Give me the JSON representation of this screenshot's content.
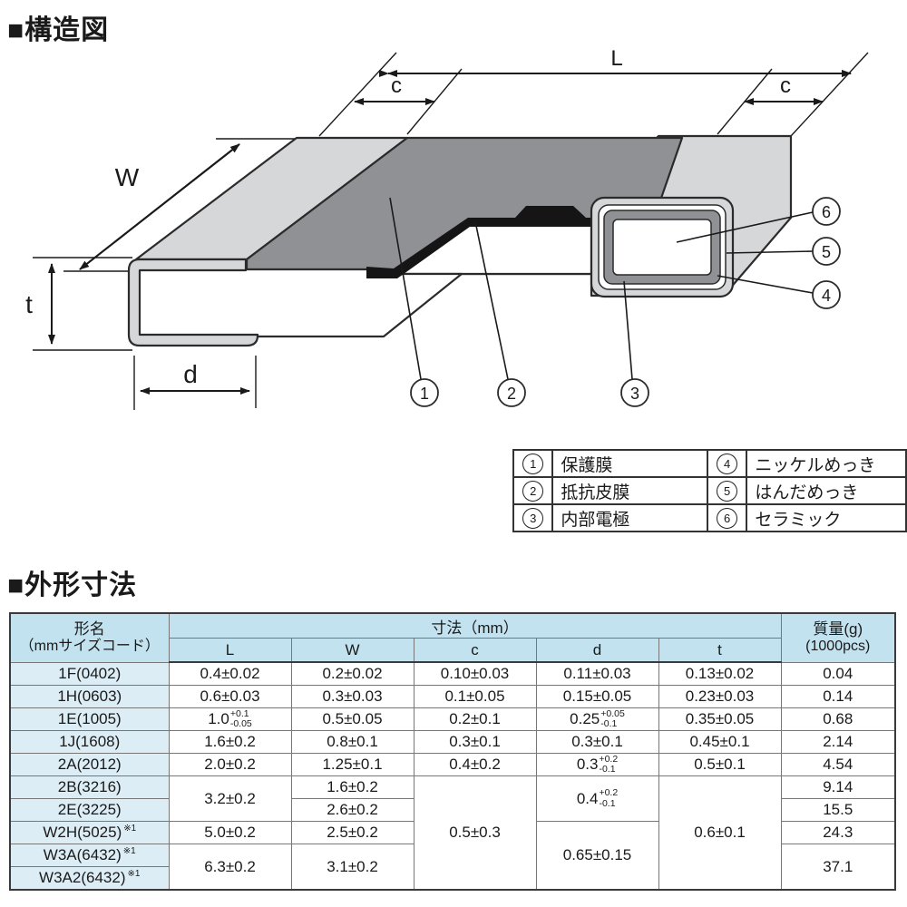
{
  "titles": {
    "structure": "■構造図",
    "dimensions": "■外形寸法"
  },
  "diagram": {
    "labels": {
      "L": "L",
      "c_left": "c",
      "c_right": "c",
      "W": "W",
      "t": "t",
      "d": "d"
    },
    "callouts": {
      "n1": "1",
      "n2": "2",
      "n3": "3",
      "n4": "4",
      "n5": "5",
      "n6": "6"
    },
    "colors": {
      "body_light_gray": "#d6d7d8",
      "protective_film_gray": "#8f9194",
      "electrode_black": "#151515",
      "outline": "#2b2b2b",
      "cross_section_white": "#ffffff"
    }
  },
  "legend": {
    "items": [
      {
        "num": "1",
        "label": "保護膜"
      },
      {
        "num": "2",
        "label": "抵抗皮膜"
      },
      {
        "num": "3",
        "label": "内部電極"
      },
      {
        "num": "4",
        "label": "ニッケルめっき"
      },
      {
        "num": "5",
        "label": "はんだめっき"
      },
      {
        "num": "6",
        "label": "セラミック"
      }
    ]
  },
  "dim_table": {
    "header": {
      "model": "形名",
      "model_sub": "（mmサイズコード）",
      "dims_group": "寸法（mm）",
      "dim_cols": [
        "L",
        "W",
        "c",
        "d",
        "t"
      ],
      "mass": "質量(g)",
      "mass_sub": "(1000pcs)"
    },
    "colors": {
      "header_blue": "#c3e2ef",
      "label_blue": "#dcedf6"
    },
    "rows": [
      {
        "label": "1F(0402)",
        "L": "0.4±0.02",
        "W": "0.2±0.02",
        "c": "0.10±0.03",
        "d": "0.11±0.03",
        "t": "0.13±0.02",
        "m": "0.04"
      },
      {
        "label": "1H(0603)",
        "L": "0.6±0.03",
        "W": "0.3±0.03",
        "c": "0.1±0.05",
        "d": "0.15±0.05",
        "t": "0.23±0.03",
        "m": "0.14"
      },
      {
        "label": "1E(1005)",
        "L": {
          "main": "1.0",
          "p": "+0.1",
          "n": "-0.05"
        },
        "W": "0.5±0.05",
        "c": "0.2±0.1",
        "d": {
          "main": "0.25",
          "p": "+0.05",
          "n": "-0.1"
        },
        "t": "0.35±0.05",
        "m": "0.68"
      },
      {
        "label": "1J(1608)",
        "L": "1.6±0.2",
        "W": "0.8±0.1",
        "c": "0.3±0.1",
        "d": "0.3±0.1",
        "t": "0.45±0.1",
        "m": "2.14"
      },
      {
        "label": "2A(2012)",
        "L": "2.0±0.2",
        "W": "1.25±0.1",
        "c": "0.4±0.2",
        "d": {
          "main": "0.3",
          "p": "+0.2",
          "n": "-0.1"
        },
        "t": "0.5±0.1",
        "m": "4.54"
      },
      {
        "label": "2B(3216)",
        "L": "3.2±0.2",
        "W": "1.6±0.2",
        "c": "0.5±0.3",
        "d": {
          "main": "0.4",
          "p": "+0.2",
          "n": "-0.1"
        },
        "t": "0.6±0.1",
        "m": "9.14"
      },
      {
        "label": "2E(3225)",
        "W": "2.6±0.2",
        "m": "15.5"
      },
      {
        "label": "W2H(5025)",
        "note": "※1",
        "L": "5.0±0.2",
        "W": "2.5±0.2",
        "d": "0.65±0.15",
        "m": "24.3"
      },
      {
        "label": "W3A(6432)",
        "note": "※1",
        "L": "6.3±0.2",
        "W": "3.1±0.2",
        "m": "37.1"
      },
      {
        "label": "W3A2(6432)",
        "note": "※1"
      }
    ]
  }
}
